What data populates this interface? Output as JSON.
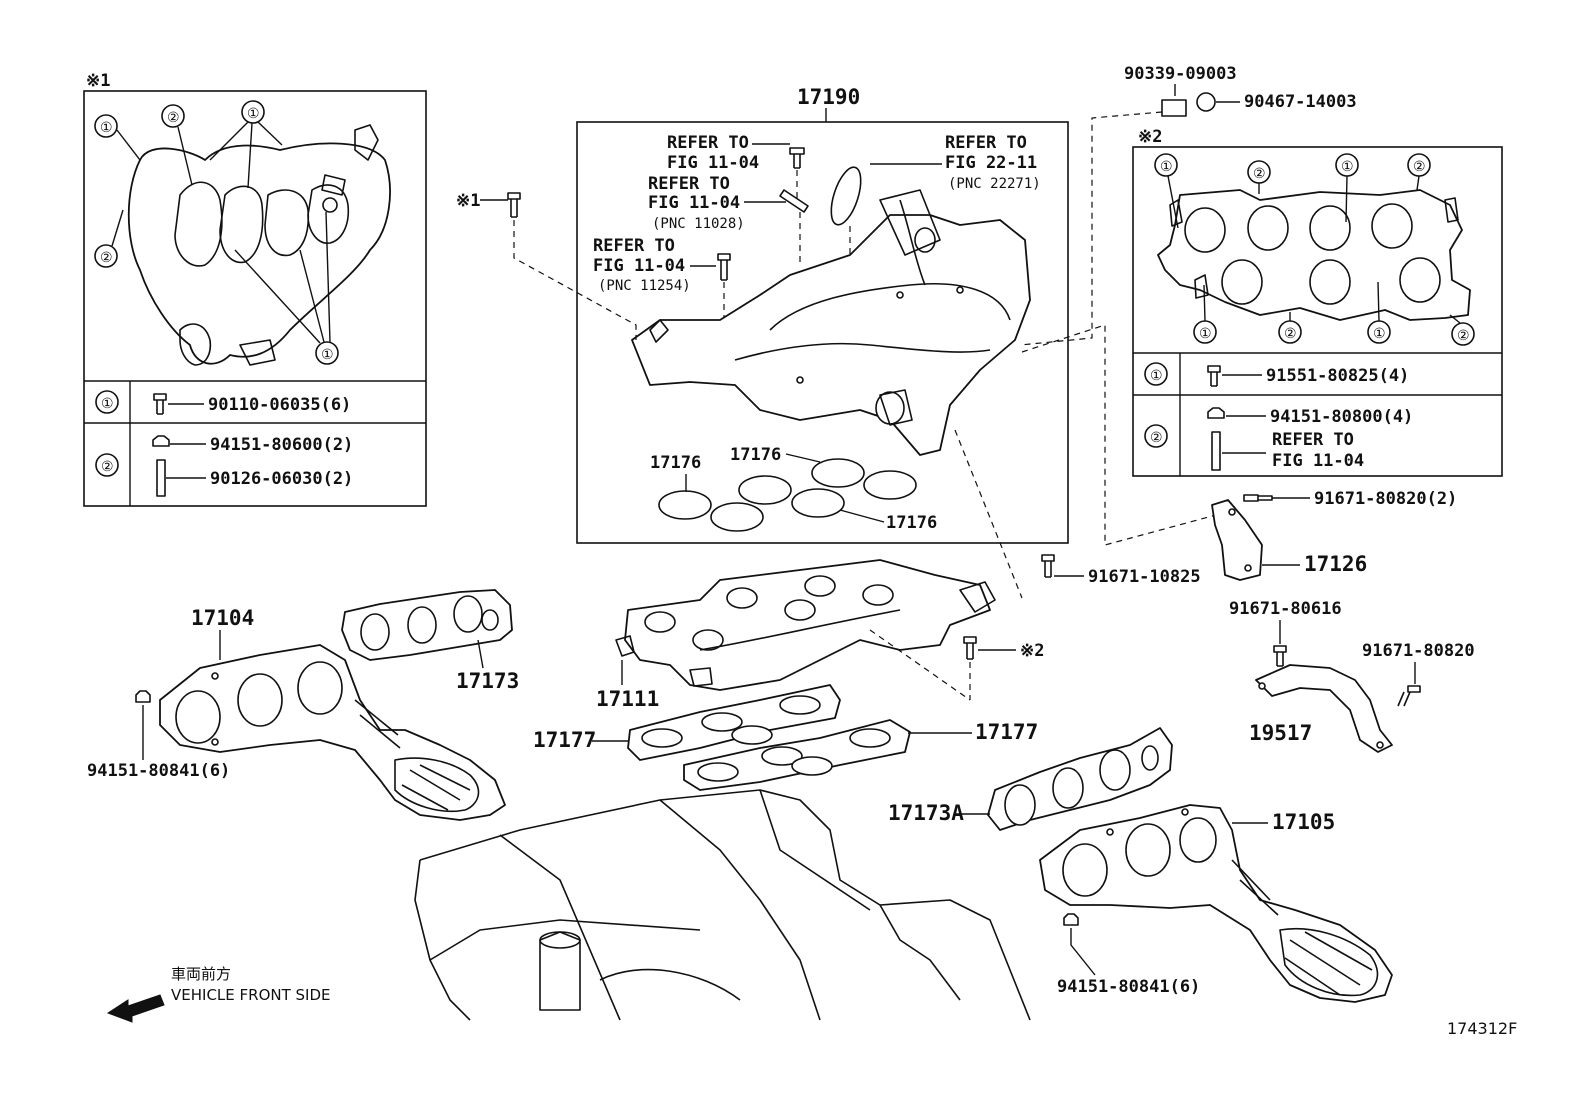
{
  "labels": {
    "p17190": "17190",
    "p17176_a": "17176",
    "p17176_b": "17176",
    "p17176_c": "17176",
    "p17104": "17104",
    "p17173": "17173",
    "p17111": "17111",
    "p17177_a": "17177",
    "p17177_b": "17177",
    "p17173a": "17173A",
    "p17105": "17105",
    "p17126": "17126",
    "p19517": "19517",
    "b90339": "90339-09003",
    "b90467": "90467-14003",
    "b91671_80820a": "91671-80820(2)",
    "b91671_10825": "91671-10825",
    "b91671_80616": "91671-80616",
    "b91671_80820b": "91671-80820",
    "b94151_80841a": "94151-80841(6)",
    "b94151_80841b": "94151-80841(6)",
    "note1": "※1",
    "note2": "※2",
    "note1_box": "※1",
    "note2_box": "※2",
    "ref_fig2211_a": "REFER TO",
    "ref_fig2211_b": "FIG 22-11",
    "ref_pnc22271": "(PNC 22271)",
    "ref_fig1104a_a": "REFER TO",
    "ref_fig1104a_b": "FIG 11-04",
    "ref_fig1104b_a": "REFER TO",
    "ref_fig1104b_b": "FIG 11-04",
    "ref_pnc11028": "(PNC 11028)",
    "ref_fig1104c_a": "REFER TO",
    "ref_fig1104c_b": "FIG 11-04",
    "ref_pnc11254": "(PNC 11254)",
    "front_jp": "車両前方",
    "front_en": "VEHICLE FRONT SIDE",
    "diagram_id": "174312F"
  },
  "table_left": {
    "row1_num": "①",
    "row1_part": "90110-06035(6)",
    "row2_num": "②",
    "row2_part_a": "94151-80600(2)",
    "row2_part_b": "90126-06030(2)"
  },
  "table_right": {
    "row1_num": "①",
    "row1_part": "91551-80825(4)",
    "row2_num": "②",
    "row2_part_a": "94151-80800(4)",
    "row2_ref_a": "REFER TO",
    "row2_ref_b": "FIG 11-04"
  },
  "markers": {
    "one": "①",
    "two": "②"
  }
}
